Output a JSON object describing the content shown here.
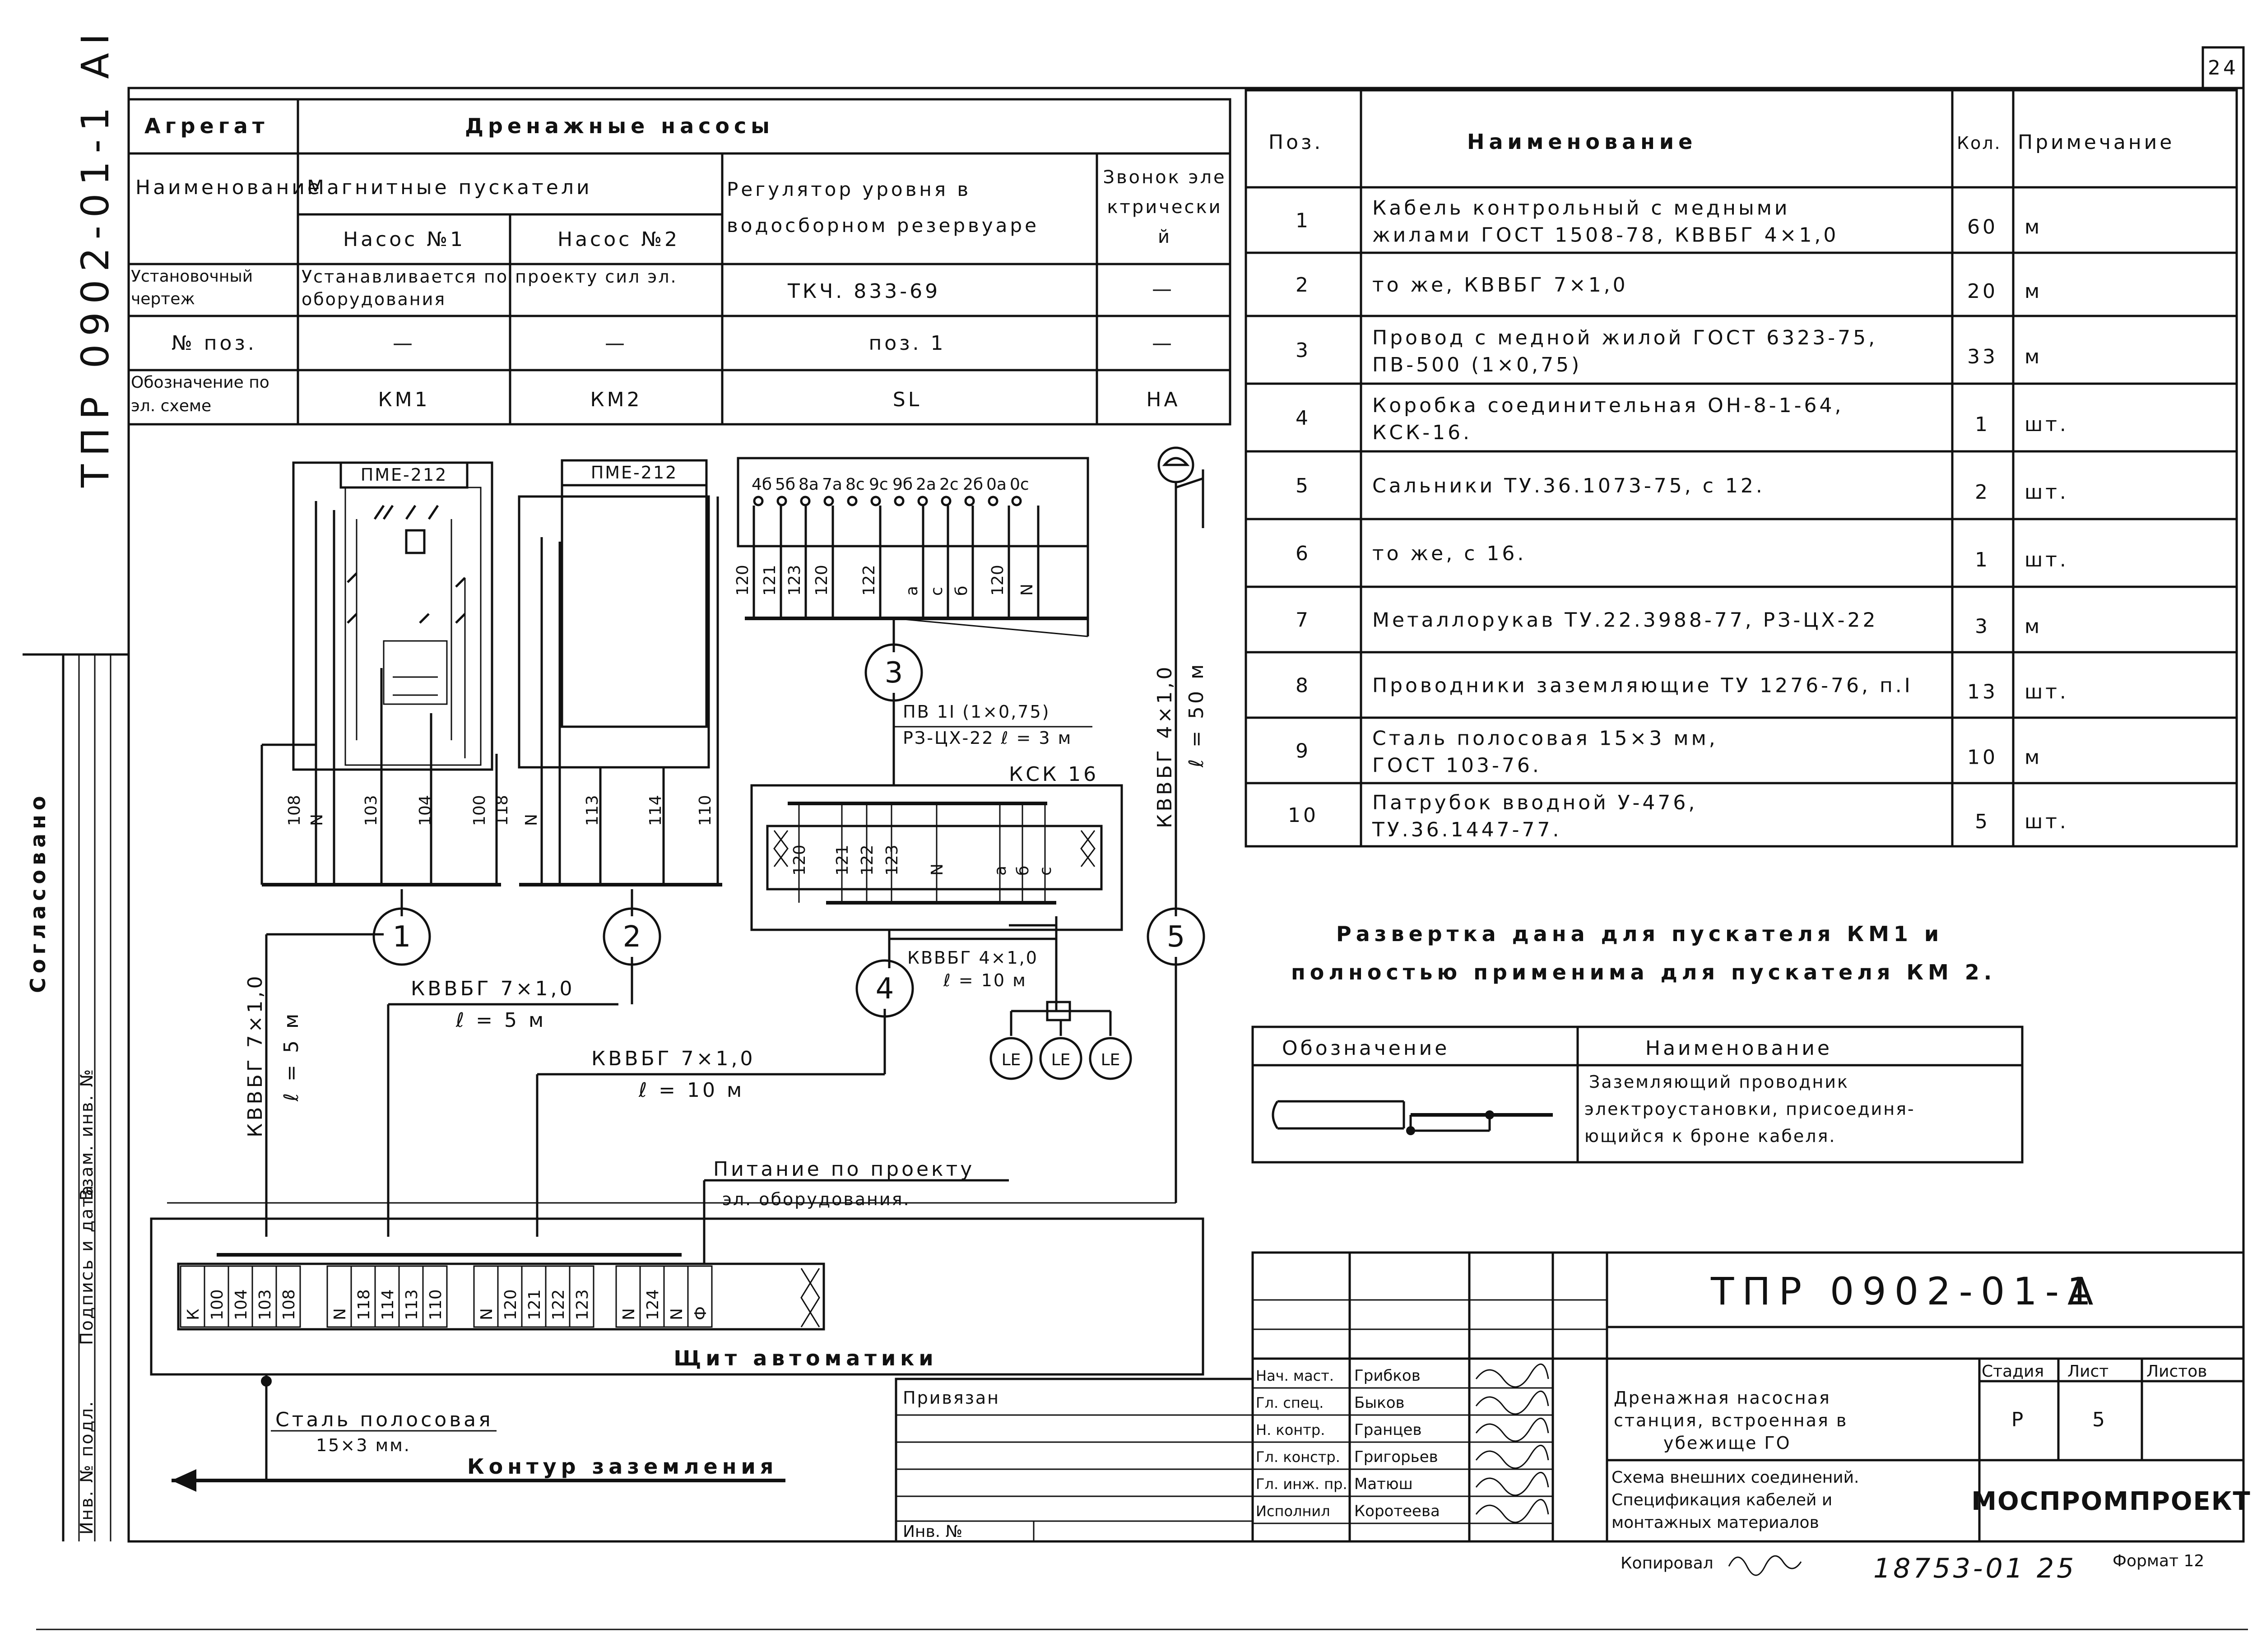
{
  "sheet": {
    "page_number": "24",
    "side_code": "ТПР 0902-01-1 АI",
    "agreed": "Согласовано",
    "archive_cols": [
      "Инв. № подл.",
      "Подпись и дата",
      "Взам. инв. №"
    ],
    "copied": "Копировал",
    "archive_number": "18753-01 25",
    "format": "Формат 12"
  },
  "aggregates": {
    "label_aggregate": "Агрегат",
    "drain_pumps": "Дренажные насосы",
    "label_name": "Наименование",
    "starters": "Магнитные пускатели",
    "pump1": "Насос №1",
    "pump2": "Насос №2",
    "regulator": "Регулятор уровня в водосборном резервуаре",
    "bell": "Звонок электрический",
    "label_drawing": "Установочный чертеж",
    "drawing_value": "Устанавливается по проекту сил эл. оборудования",
    "regulator_drawing": "ТКЧ. 833-69",
    "dash": "—",
    "label_pos": "№ поз.",
    "regulator_pos": "поз. 1",
    "label_designation": "Обозначение по эл. схеме",
    "des_km1": "КМ1",
    "des_km2": "КМ2",
    "des_sl": "SL",
    "des_ha": "НА"
  },
  "spec": {
    "headers": [
      "Поз.",
      "Наименование",
      "Кол.",
      "Примечание"
    ],
    "rows": [
      {
        "pos": "1",
        "name1": "Кабель контрольный с медными",
        "name2": "жилами ГОСТ 1508-78, КВВБГ 4×1,0",
        "qty": "60",
        "note": "м"
      },
      {
        "pos": "2",
        "name1": "то же, КВВБГ 7×1,0",
        "name2": "",
        "qty": "20",
        "note": "м"
      },
      {
        "pos": "3",
        "name1": "Провод с медной жилой ГОСТ 6323-75,",
        "name2": "ПВ-500 (1×0,75)",
        "qty": "33",
        "note": "м"
      },
      {
        "pos": "4",
        "name1": "Коробка соединительная ОН-8-1-64,",
        "name2": "КСК-16.",
        "qty": "1",
        "note": "шт."
      },
      {
        "pos": "5",
        "name1": "Сальники ТУ.36.1073-75, с 12.",
        "name2": "",
        "qty": "2",
        "note": "шт."
      },
      {
        "pos": "6",
        "name1": "то же, с 16.",
        "name2": "",
        "qty": "1",
        "note": "шт."
      },
      {
        "pos": "7",
        "name1": "Металлорукав ТУ.22.3988-77, РЗ-ЦХ-22",
        "name2": "",
        "qty": "3",
        "note": "м"
      },
      {
        "pos": "8",
        "name1": "Проводники заземляющие ТУ 1276-76, п.I",
        "name2": "",
        "qty": "13",
        "note": "шт."
      },
      {
        "pos": "9",
        "name1": "Сталь полосовая 15×3 мм,",
        "name2": "ГОСТ 103-76.",
        "qty": "10",
        "note": "м"
      },
      {
        "pos": "10",
        "name1": "Патрубок вводной У-476,",
        "name2": "ТУ.36.1447-77.",
        "qty": "5",
        "note": "шт."
      }
    ]
  },
  "note": {
    "line1": "Развертка дана для пускателя КМ1 и",
    "line2": "полностью применима для пускателя КМ 2."
  },
  "legend": {
    "col1": "Обозначение",
    "col2": "Наименование",
    "line1": "Заземляющий проводник",
    "line2": "электроустановки, присоединя-",
    "line3": "ющийся к броне кабеля."
  },
  "diagram": {
    "pme1": "ПМЕ-212",
    "pme2": "ПМЕ-212",
    "km_terminals": [
      "108",
      "N",
      "103",
      "104",
      "100"
    ],
    "km2_terminals": [
      "118",
      "N",
      "113",
      "114",
      "110"
    ],
    "reg_top_terminals": [
      "4б",
      "5б",
      "8а",
      "7а",
      "8с",
      "9с",
      "9б",
      "2а",
      "2с",
      "2б",
      "0а",
      "0с"
    ],
    "reg_bottom_terminals": [
      "120",
      "121",
      "123",
      "120",
      "122",
      "а",
      "с",
      "б",
      "120",
      "N"
    ],
    "ksk_label": "КСК 16",
    "ksk_terminals": [
      "120",
      "121",
      "122",
      "123",
      "N",
      "а",
      "б",
      "с"
    ],
    "panel_terminals": [
      "К",
      "100",
      "104",
      "103",
      "108",
      "N",
      "118",
      "114",
      "113",
      "110",
      "N",
      "120",
      "121",
      "122",
      "123",
      "N",
      "124",
      "N",
      "Ф"
    ],
    "panel_label": "Щит автоматики",
    "circles": [
      "1",
      "2",
      "3",
      "4",
      "5"
    ],
    "le": "LE",
    "cable1_a": "КВВБГ 7×1,0",
    "cable1_b": "ℓ = 5 м",
    "cable2_a": "КВВБГ 7×1,0",
    "cable2_b": "ℓ = 5 м",
    "cable3_a": "КВВБГ 7×1,0",
    "cable3_b": "ℓ = 10 м",
    "cable4_a": "КВВБГ 4×1,0",
    "cable4_b": "ℓ = 10 м",
    "cable5_a": "КВВБГ 4×1,0",
    "cable5_b": "ℓ = 50 м",
    "wire3_a": "ПВ 1I (1×0,75)",
    "wire3_b": "РЗ-ЦХ-22 ℓ = 3 м",
    "power_a": "Питание по проекту",
    "power_b": "эл. оборудования.",
    "strip_a": "Сталь полосовая",
    "strip_b": "15×3 мм.",
    "ground": "Контур заземления"
  },
  "title_block": {
    "code": "ТПР 0902-01-1",
    "suffix": "А",
    "bound": "Привязан",
    "inv": "Инв. №",
    "roles": [
      "Нач. маст.",
      "Гл. спец.",
      "Н. контр.",
      "Гл. констр.",
      "Гл. инж. пр.",
      "Исполнил"
    ],
    "names": [
      "Грибков",
      "Быков",
      "Гранцев",
      "Григорьев",
      "Матюш",
      "Коротеева"
    ],
    "project1": "Дренажная насосная",
    "project2": "станция, встроенная в",
    "project3": "убежище ГО",
    "stage_h": "Стадия",
    "sheet_h": "Лист",
    "sheets_h": "Листов",
    "stage": "Р",
    "sheet_no": "5",
    "sheets": "",
    "desc1": "Схема внешних соединений.",
    "desc2": "Спецификация кабелей и",
    "desc3": "монтажных материалов",
    "org": "МОСПРОМПРОЕКТ"
  }
}
